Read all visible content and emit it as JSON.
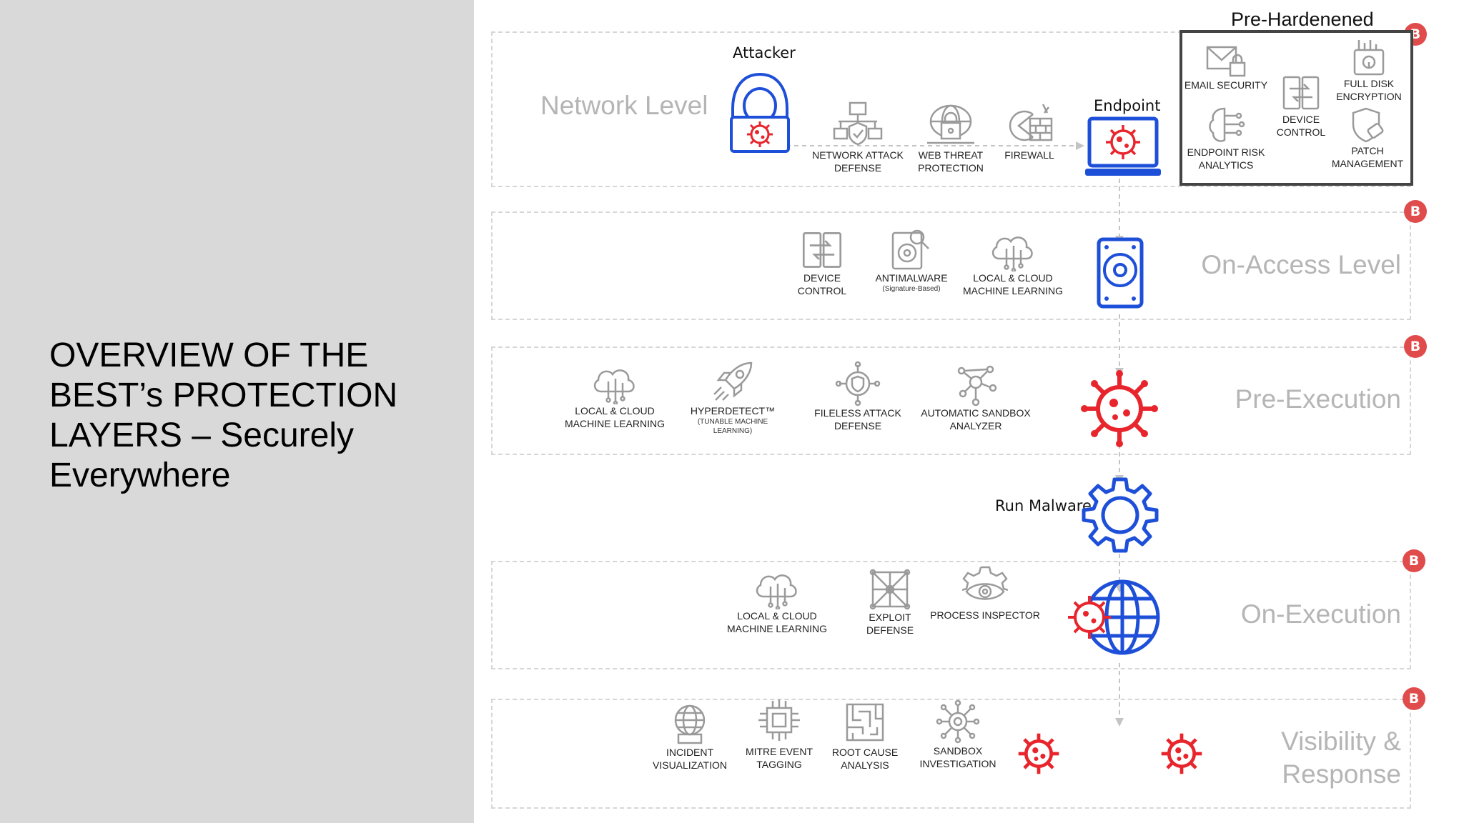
{
  "slide_title": "OVERVIEW OF THE\nBEST’s PROTECTION\nLAYERS – Securely\nEverywhere",
  "badge_letter": "B",
  "colors": {
    "accent_blue": "#1e4fd8",
    "virus_red": "#e8252c",
    "badge_red": "#e04b4b",
    "panel_gray": "#d9d9d9",
    "label_gray": "#b5b5b5"
  },
  "network": {
    "title": "Network Level",
    "attacker_label": "Attacker",
    "endpoint_label": "Endpoint",
    "items": [
      {
        "icon": "network-defense-icon",
        "label": "NETWORK ATTACK\nDEFENSE"
      },
      {
        "icon": "web-lock-icon",
        "label": "WEB THREAT\nPROTECTION"
      },
      {
        "icon": "firewall-icon",
        "label": "FIREWALL"
      }
    ]
  },
  "pre_hardened": {
    "title": "Pre-Hardenened",
    "items": [
      {
        "icon": "email-lock-icon",
        "label": "EMAIL SECURITY"
      },
      {
        "icon": "device-control-icon",
        "label": "DEVICE\nCONTROL"
      },
      {
        "icon": "disk-encryption-icon",
        "label": "FULL DISK\nENCRYPTION"
      },
      {
        "icon": "brain-icon",
        "label": "ENDPOINT RISK\nANALYTICS"
      },
      {
        "icon": "shield-patch-icon",
        "label": "PATCH\nMANAGEMENT"
      }
    ]
  },
  "on_access": {
    "title": "On-Access Level",
    "items": [
      {
        "icon": "device-control-icon",
        "label": "DEVICE\nCONTROL"
      },
      {
        "icon": "disk-scan-icon",
        "label": "ANTIMALWARE",
        "sub": "(Signature-Based)"
      },
      {
        "icon": "cloud-ml-icon",
        "label": "LOCAL & CLOUD\nMACHINE LEARNING"
      }
    ]
  },
  "pre_execution": {
    "title": "Pre-Execution",
    "items": [
      {
        "icon": "cloud-ml-icon",
        "label": "LOCAL & CLOUD\nMACHINE LEARNING"
      },
      {
        "icon": "rocket-icon",
        "label": "HYPERDETECT™",
        "sub": "(TUNABLE MACHINE\nLEARNING)"
      },
      {
        "icon": "fileless-shield-icon",
        "label": "FILELESS ATTACK\nDEFENSE"
      },
      {
        "icon": "sandbox-network-icon",
        "label": "AUTOMATIC SANDBOX\nANALYZER"
      }
    ]
  },
  "run_malware_label": "Run Malware",
  "on_execution": {
    "title": "On-Execution",
    "items": [
      {
        "icon": "cloud-ml-icon",
        "label": "LOCAL & CLOUD\nMACHINE LEARNING"
      },
      {
        "icon": "exploit-network-icon",
        "label": "EXPLOIT\nDEFENSE"
      },
      {
        "icon": "eye-gear-icon",
        "label": "PROCESS INSPECTOR"
      }
    ]
  },
  "visibility": {
    "title": "Visibility &\nResponse",
    "items": [
      {
        "icon": "globe-incident-icon",
        "label": "INCIDENT\nVISUALIZATION"
      },
      {
        "icon": "chip-icon",
        "label": "MITRE EVENT\nTAGGING"
      },
      {
        "icon": "maze-icon",
        "label": "ROOT CAUSE\nANALYSIS"
      },
      {
        "icon": "sandbox-gear-icon",
        "label": "SANDBOX\nINVESTIGATION"
      }
    ]
  }
}
